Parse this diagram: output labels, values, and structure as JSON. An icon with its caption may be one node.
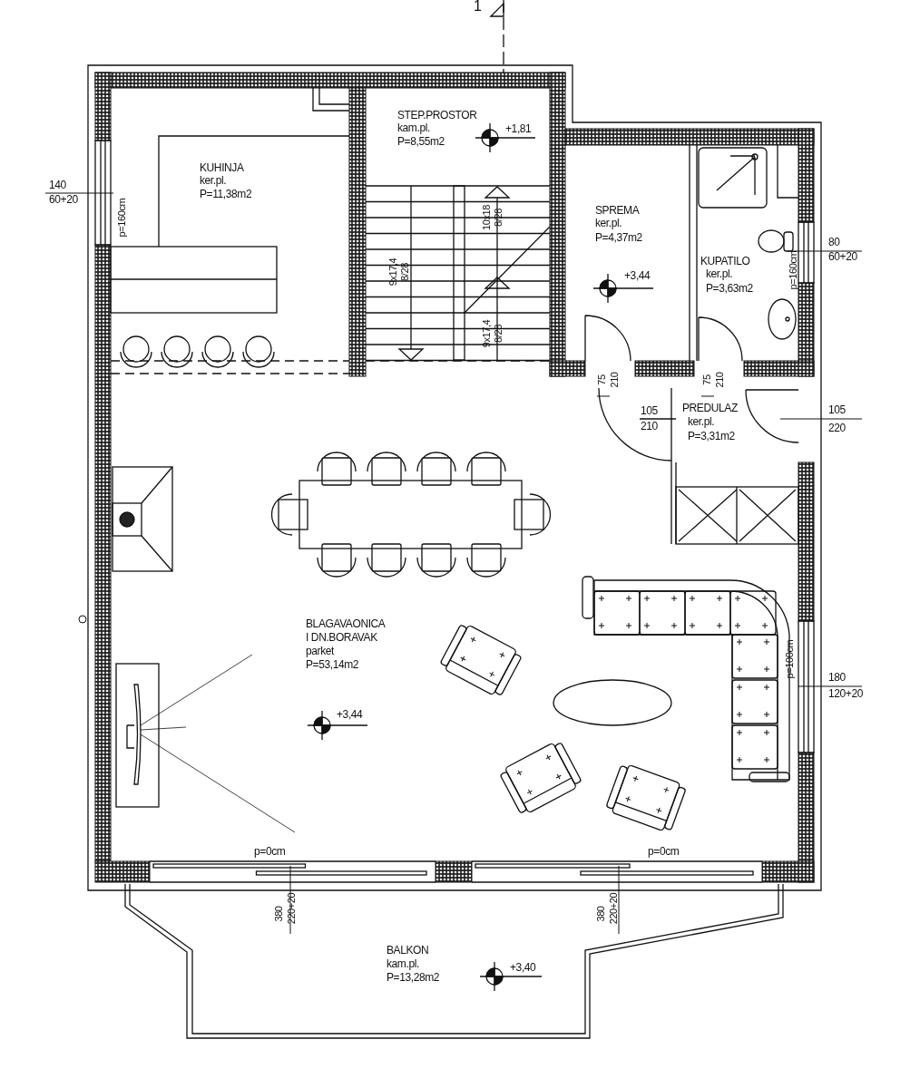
{
  "diagram": {
    "labels": [
      "1",
      "STEP.PROSTOR",
      "kam.pl.",
      "P=8,55m2",
      "+1,81",
      "KUHINJA",
      "ker.pl.",
      "P=11,38m2",
      "140",
      "60+20",
      "p=160cm",
      "9x17,4",
      "8/28",
      "10x18",
      "8/28",
      "9x17,4",
      "8/28",
      "SPREMA",
      "ker.pl.",
      "P=4,37m2",
      "+3,44",
      "KUPATILO",
      "ker.pl.",
      "P=3,63m2",
      "80",
      "60+20",
      "p=160cm",
      "75",
      "210",
      "75",
      "210",
      "105",
      "210",
      "PREDULAZ",
      "ker.pl.",
      "P=3,31m2",
      "105",
      "220",
      "BLAGAVAONICA",
      "I DN.BORAVAK",
      "parket",
      "P=53,14m2",
      "+3,44",
      "p=100cm",
      "180",
      "120+20",
      "p=0cm",
      "p=0cm",
      "380",
      "220+20",
      "380",
      "220+20",
      "BALKON",
      "kam.pl.",
      "P=13,28m2",
      "+3,40"
    ]
  }
}
